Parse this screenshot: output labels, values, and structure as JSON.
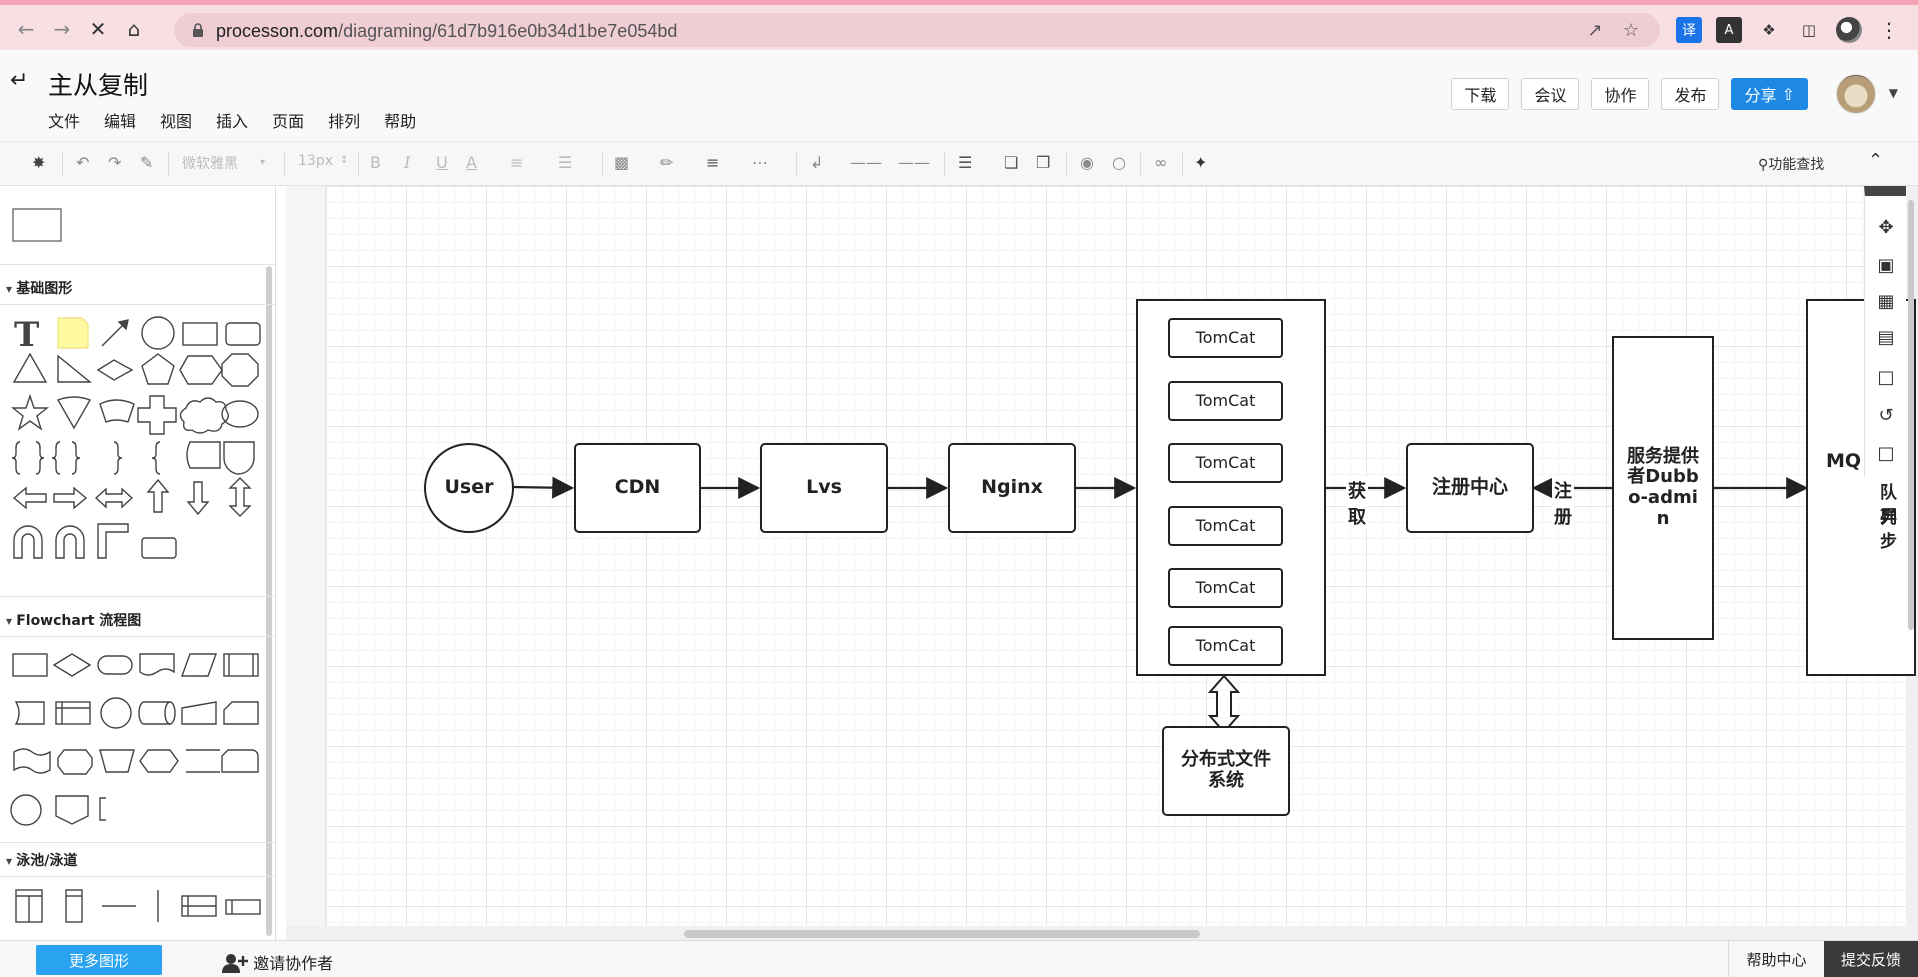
{
  "browser": {
    "url_domain": "processon.com",
    "url_path": "/diagraming/61d7b916e0b34d1be7e054bd",
    "ext_translate": "译",
    "ext_a": "A"
  },
  "header": {
    "title": "主从复制",
    "menu": [
      "文件",
      "编辑",
      "视图",
      "插入",
      "页面",
      "排列",
      "帮助"
    ],
    "actions": {
      "download": "下载",
      "meeting": "会议",
      "collaborate": "协作",
      "publish": "发布",
      "share": "分享"
    }
  },
  "toolbar": {
    "font": "微软雅黑",
    "font_size": "13px",
    "bold": "B",
    "italic": "I",
    "underline": "U",
    "font_color": "A",
    "search": "功能查找"
  },
  "left_panel": {
    "sections": [
      {
        "title": "基础图形"
      },
      {
        "title": "Flowchart 流程图"
      },
      {
        "title": "泳池/泳道"
      }
    ]
  },
  "diagram": {
    "nodes": {
      "user": "User",
      "cdn": "CDN",
      "lvs": "Lvs",
      "nginx": "Nginx",
      "tomcats": [
        "TomCat",
        "TomCat",
        "TomCat",
        "TomCat",
        "TomCat",
        "TomCat"
      ],
      "dfs": "分布式文件系统",
      "registry": "注册中心",
      "provider": "服务提供者Dubbo-admin",
      "mq": "MQ",
      "mq_partial_1": "队列",
      "mq_partial_2": "异步"
    },
    "edge_labels": {
      "fetch": "获取",
      "register": "注册"
    }
  },
  "footer": {
    "more_shapes": "更多图形",
    "invite": "邀请协作者",
    "help_center": "帮助中心",
    "feedback": "提交反馈"
  }
}
